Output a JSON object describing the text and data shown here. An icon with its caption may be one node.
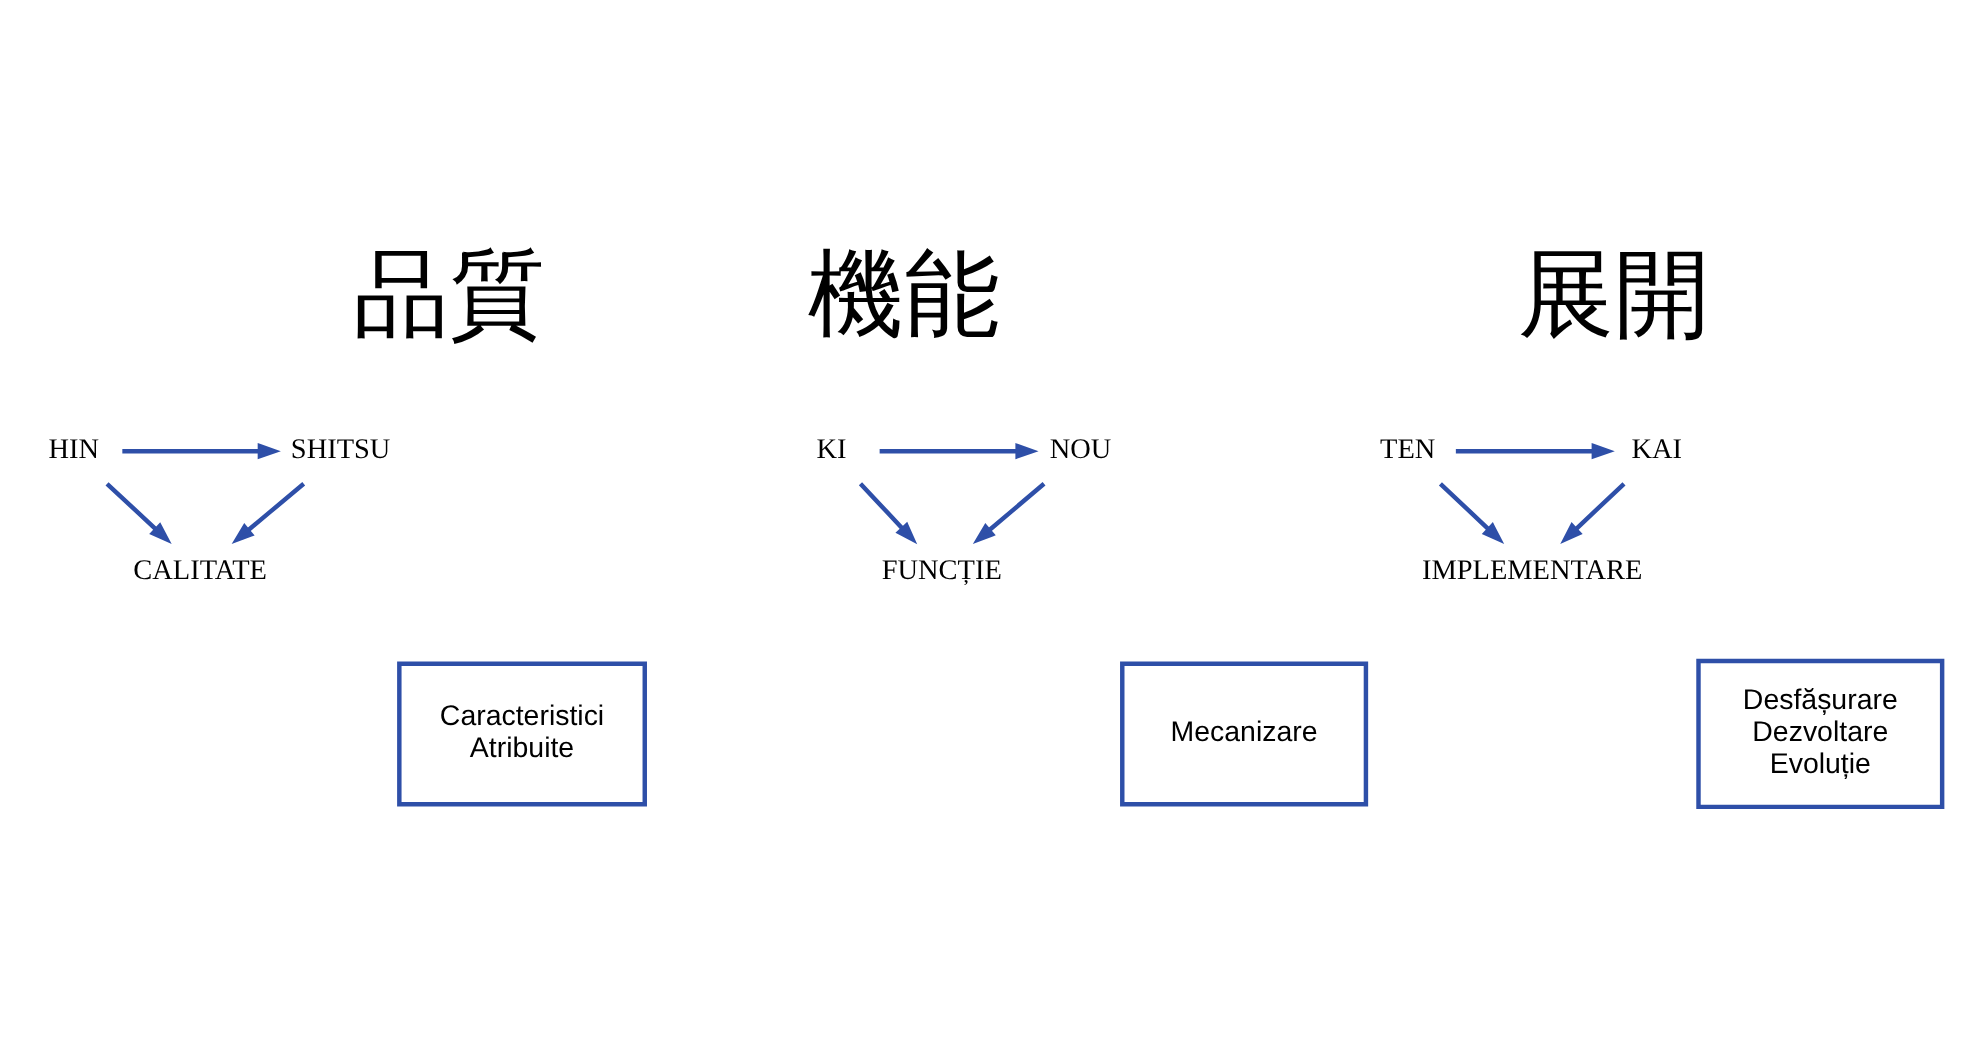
{
  "diagram": {
    "nodes": [
      {
        "text": [
          "HIN"
        ]
      },
      {
        "text": [
          "SHITSU"
        ]
      },
      {
        "text": [
          "CALITATE"
        ]
      },
      {
        "text": [
          "Caracteristici",
          "Atribuite"
        ]
      },
      {
        "text": [
          "KI"
        ]
      },
      {
        "text": [
          "NOU"
        ]
      },
      {
        "text": [
          "FUNCȚIE"
        ]
      },
      {
        "text": [
          "Mecanizare"
        ]
      },
      {
        "text": [
          "TEN"
        ]
      },
      {
        "text": [
          "KAI"
        ]
      },
      {
        "text": [
          "IMPLEMENTARE"
        ]
      },
      {
        "text": [
          "Desfășurare",
          "Dezvoltare",
          "Evoluție"
        ]
      }
    ],
    "edges": [
      {
        "from": 0,
        "to": 1,
        "arrow": "to"
      },
      {
        "from": 0,
        "to": 2,
        "arrow": "to"
      },
      {
        "from": 1,
        "to": 2,
        "arrow": "to"
      },
      {
        "from": 4,
        "to": 5,
        "arrow": "to"
      },
      {
        "from": 4,
        "to": 6,
        "arrow": "to"
      },
      {
        "from": 5,
        "to": 6,
        "arrow": "to"
      },
      {
        "from": 8,
        "to": 9,
        "arrow": "to"
      },
      {
        "from": 8,
        "to": 10,
        "arrow": "to"
      },
      {
        "from": 9,
        "to": 10,
        "arrow": "to"
      }
    ],
    "labels": [
      "品質",
      "機能",
      "展開"
    ]
  }
}
